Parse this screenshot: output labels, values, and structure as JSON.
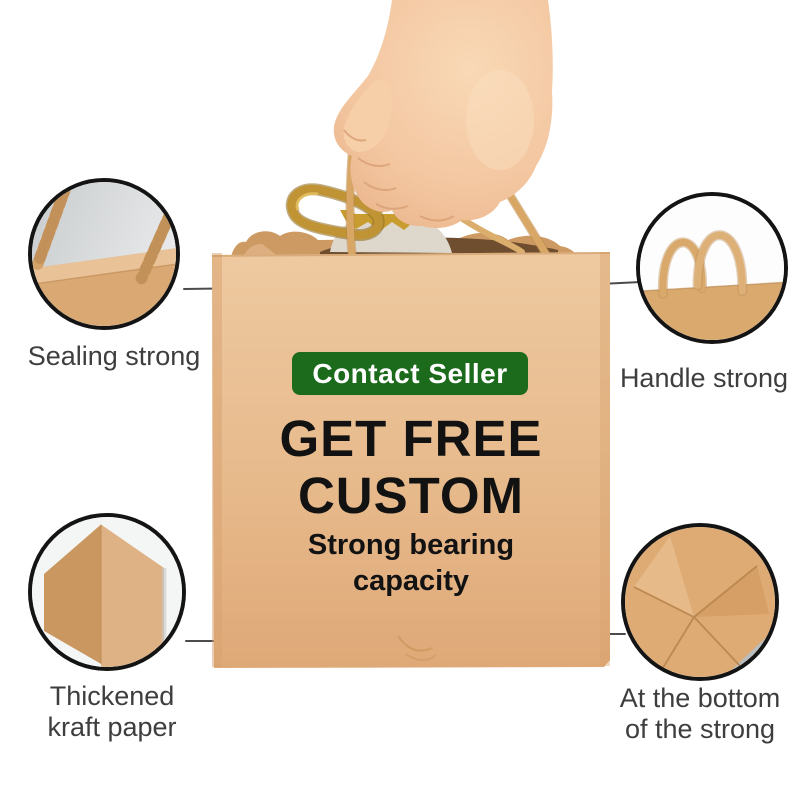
{
  "page": {
    "background": "#ffffff",
    "type": "product-promo-image",
    "subject": "kraft paper bag with twisted handles held by a hand, bottle inside"
  },
  "promo_button": {
    "label": "Contact Seller",
    "bg_color": "#1c6b1c",
    "text_color": "#ffffff"
  },
  "headline": {
    "line1": "GET FREE",
    "line2": "CUSTOM"
  },
  "subheadline": {
    "line1": "Strong bearing",
    "line2": "capacity"
  },
  "callouts": {
    "top_left": {
      "label": "Sealing strong",
      "photo": "bag-seal-closeup"
    },
    "top_right": {
      "label": "Handle strong",
      "photo": "twisted-handles-closeup"
    },
    "bottom_left": {
      "line1": "Thickened",
      "line2": "kraft paper",
      "photo": "kraft-corner-closeup"
    },
    "bottom_right": {
      "line1": "At the bottom",
      "line2": "of the strong",
      "photo": "bag-bottom-folds-closeup"
    }
  },
  "colors": {
    "kraft_front": "#e8bf94",
    "kraft_dark": "#cd9a63",
    "button_green": "#1c6b1c",
    "label_text": "#3e3e3e",
    "headline_text": "#121212",
    "circle_border": "#141414",
    "connector_line": "#4c4c4c",
    "skin": "#f3c9a4",
    "gold_cap": "#d8b03a"
  }
}
